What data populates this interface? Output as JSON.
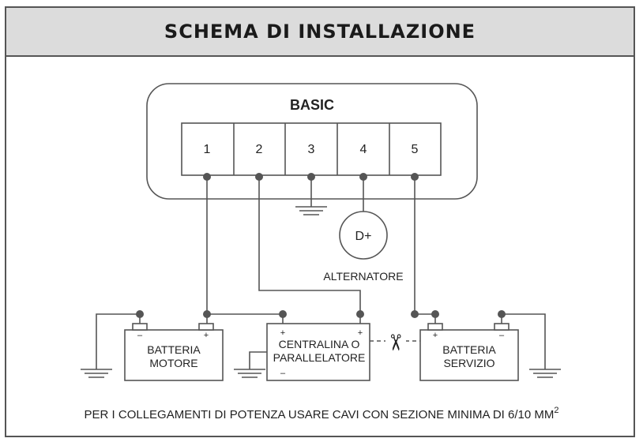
{
  "title": "SCHEMA DI INSTALLAZIONE",
  "module": {
    "name": "BASIC",
    "terminals": [
      "1",
      "2",
      "3",
      "4",
      "5"
    ]
  },
  "alternator": {
    "symbol": "D+",
    "label": "ALTERNATORE"
  },
  "engine_battery": {
    "line1": "BATTERIA",
    "line2": "MOTORE",
    "minus": "–",
    "plus": "+"
  },
  "controller": {
    "line1": "CENTRALINA O",
    "line2": "PARALLELATORE",
    "plus_left": "+",
    "plus_right": "+",
    "minus": "–"
  },
  "service_battery": {
    "line1": "BATTERIA",
    "line2": "SERVIZIO",
    "plus": "+",
    "minus": "–"
  },
  "cut_symbol": "✂",
  "footnote": {
    "text": "PER I COLLEGAMENTI DI POTENZA USARE CAVI CON SEZIONE MINIMA DI 6/10 MM",
    "superscript": "2"
  },
  "colors": {
    "line": "#555555",
    "header_bg": "#dcdcdc",
    "text": "#222222"
  }
}
